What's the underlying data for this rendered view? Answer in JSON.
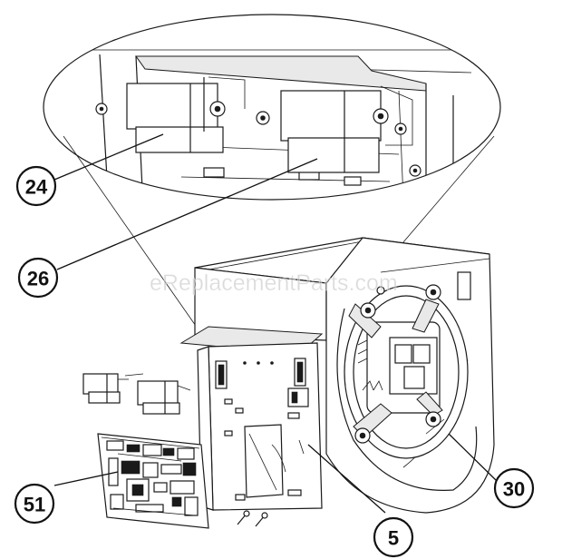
{
  "watermark": "eReplacementParts.com",
  "callouts": {
    "c24": "24",
    "c26": "26",
    "c30": "30",
    "c51": "51",
    "c5": "5"
  }
}
